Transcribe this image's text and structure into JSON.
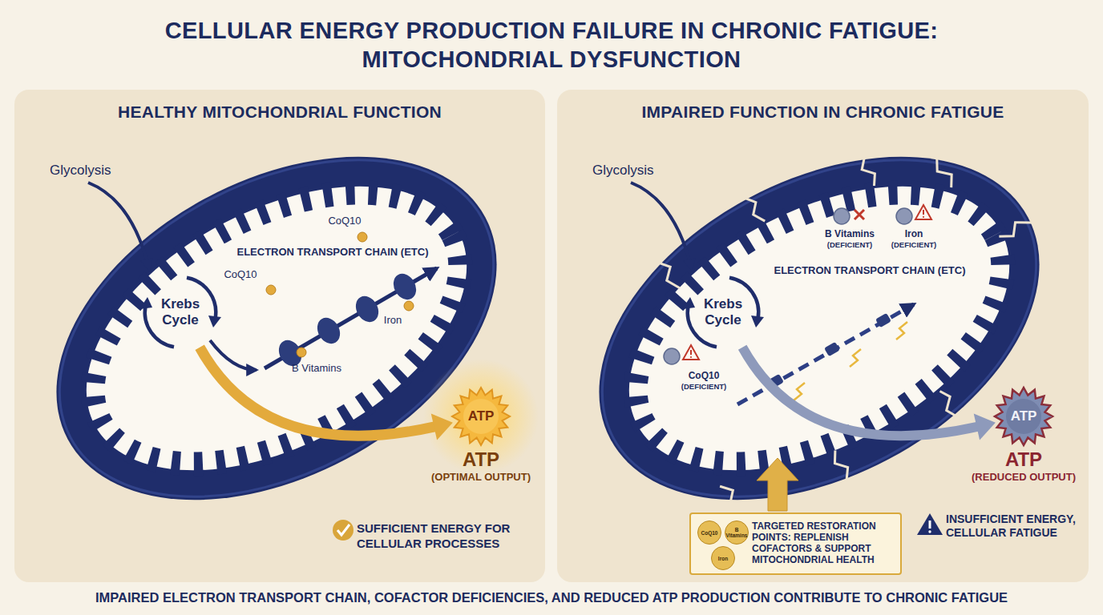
{
  "diagram": {
    "title": "CELLULAR ENERGY PRODUCTION FAILURE IN CHRONIC FATIGUE: MITOCHONDRIAL DYSFUNCTION",
    "caption": "IMPAIRED ELECTRON TRANSPORT CHAIN, COFACTOR DEFICIENCIES, AND REDUCED ATP PRODUCTION CONTRIBUTE TO CHRONIC FATIGUE",
    "nodes": [
      {
        "text": [
          "HEALTHY MITOCHONDRIAL FUNCTION"
        ]
      },
      {
        "text": [
          "Krebs Cycle"
        ],
        "in": 0
      },
      {
        "text": [
          "ATP",
          "ATP",
          "(OPTIMAL OUTPUT)"
        ],
        "in": 0
      },
      {
        "text": [
          "IMPAIRED FUNCTION IN CHRONIC FATIGUE"
        ]
      },
      {
        "text": [
          "Krebs Cycle"
        ],
        "in": 3
      },
      {
        "text": [
          "TARGETED RESTORATION POINTS: REPLENISH COFACTORS & SUPPORT MITOCHONDRIAL HEALTH"
        ],
        "in": 3
      },
      {
        "text": [
          "CoQ10"
        ],
        "in": 5
      },
      {
        "text": [
          "B Vitamins"
        ],
        "in": 5
      },
      {
        "text": [
          "Iron"
        ],
        "in": 5
      },
      {
        "text": [
          "ATP",
          "ATP",
          "(REDUCED OUTPUT)"
        ],
        "in": 3
      }
    ],
    "edges": [
      {
        "from": 1,
        "to": 2,
        "arrow": "to"
      },
      {
        "from": 4,
        "to": 9,
        "arrow": "to"
      }
    ],
    "labels": [
      "Glycolysis",
      "ELECTRON TRANSPORT CHAIN (ETC)",
      "CoQ10",
      "CoQ10",
      "B Vitamins",
      "Iron",
      "SUFFICIENT ENERGY FOR CELLULAR PROCESSES",
      "Glycolysis",
      "Iron",
      "(DEFICIENT)",
      "B Vitamins",
      "(DEFICIENT)",
      "ELECTRON TRANSPORT CHAIN (ETC)",
      "CoQ10",
      "(DEFICIENT)",
      "INSUFFICIENT ENERGY, CELLULAR FATIGUE"
    ]
  }
}
